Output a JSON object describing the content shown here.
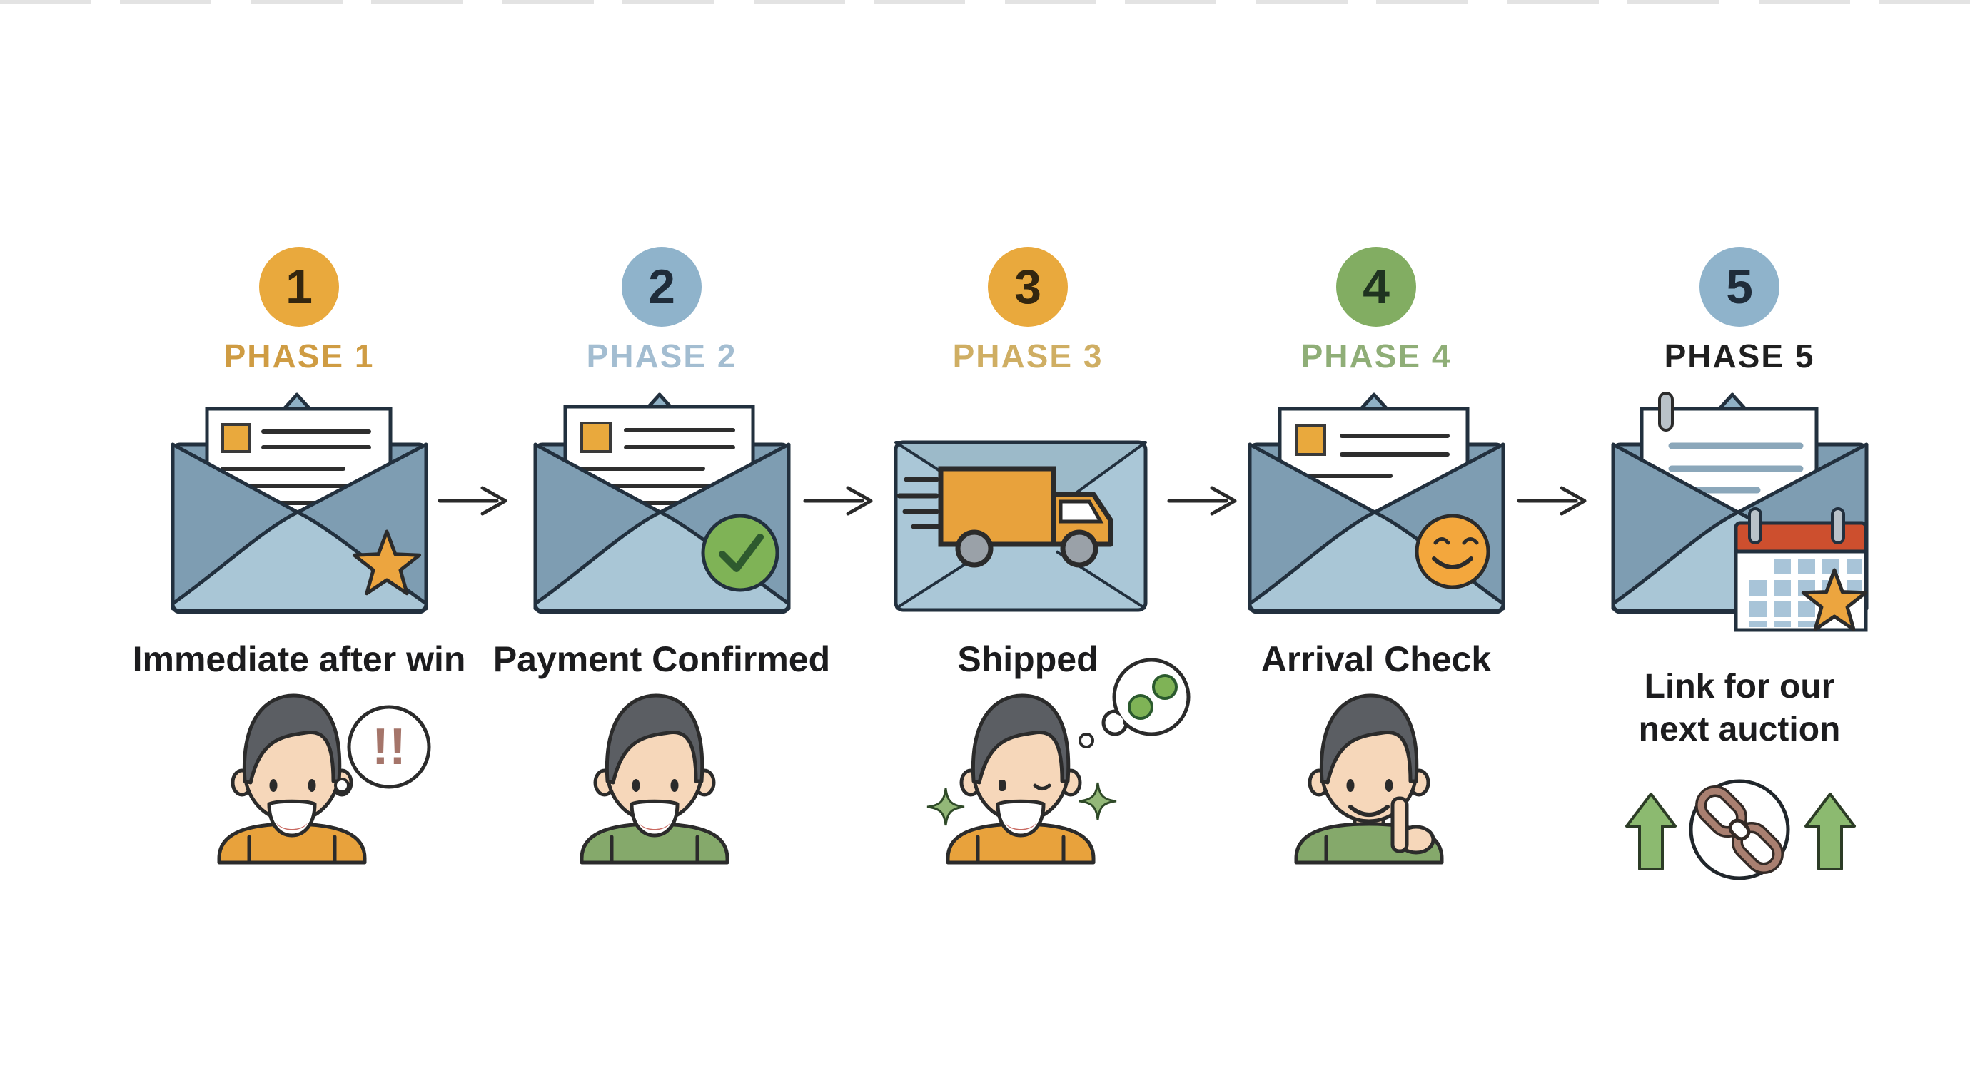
{
  "page": {
    "background": "#ffffff",
    "top_edge_dash_color": "#dcdcdc"
  },
  "colors": {
    "outline": "#22303e",
    "envelope_side": "#7e9db2",
    "envelope_bottom_flap": "#a9c6d6",
    "envelope_back_flap": "#8fb1c6",
    "envelope_closed_body": "#aac7d7",
    "paper_white": "#ffffff",
    "paper_line_dark": "#2e2e2e",
    "paper_line_blue": "#8ba7ba",
    "accent_orange": "#e8a23c",
    "accent_green": "#7fb356",
    "badge_orange": "#e9a93d",
    "badge_blue": "#8fb3cb",
    "badge_green": "#82ad62",
    "skin": "#f6d7ba",
    "hair_gray": "#5b5e63",
    "shirt_orange": "#e8a23c",
    "shirt_green": "#85a96b",
    "tongue_red": "#c96a62",
    "exclaim_brown": "#a5756a",
    "chain_brown": "#a97f70",
    "calendar_red": "#cd4f2e",
    "calendar_cell_blue": "#a8c4d8",
    "up_arrow_green": "#8cba70",
    "sparkle_green": "#93b878",
    "flow_arrow_dark": "#2a2a2a"
  },
  "phases": [
    {
      "number": "1",
      "label": "PHASE 1",
      "caption": "Immediate after win",
      "badge_color": "#e9a93d",
      "number_color": "#33260f",
      "label_color": "#cf9c43",
      "envelope_badge": "star",
      "bubble_text": "!!",
      "shirt_color": "#e8a23c"
    },
    {
      "number": "2",
      "label": "PHASE 2",
      "caption": "Payment Confirmed",
      "badge_color": "#8fb3cb",
      "number_color": "#1f2c3a",
      "label_color": "#a3bdd1",
      "envelope_badge": "checkmark",
      "shirt_color": "#85a96b"
    },
    {
      "number": "3",
      "label": "PHASE 3",
      "caption": "Shipped",
      "badge_color": "#e9a93d",
      "number_color": "#33260f",
      "label_color": "#cfae63",
      "envelope_badge": "delivery-truck",
      "shirt_color": "#e8a23c"
    },
    {
      "number": "4",
      "label": "PHASE 4",
      "caption": "Arrival Check",
      "badge_color": "#82ad62",
      "number_color": "#1f3320",
      "label_color": "#8fae77",
      "envelope_badge": "smiley",
      "shirt_color": "#85a96b"
    },
    {
      "number": "5",
      "label": "PHASE 5",
      "caption_lines": [
        "Link for our",
        "next auction"
      ],
      "badge_color": "#8fb3cb",
      "number_color": "#1f2c3a",
      "label_color": "#1f1f1f",
      "envelope_badge": "calendar-star"
    }
  ]
}
